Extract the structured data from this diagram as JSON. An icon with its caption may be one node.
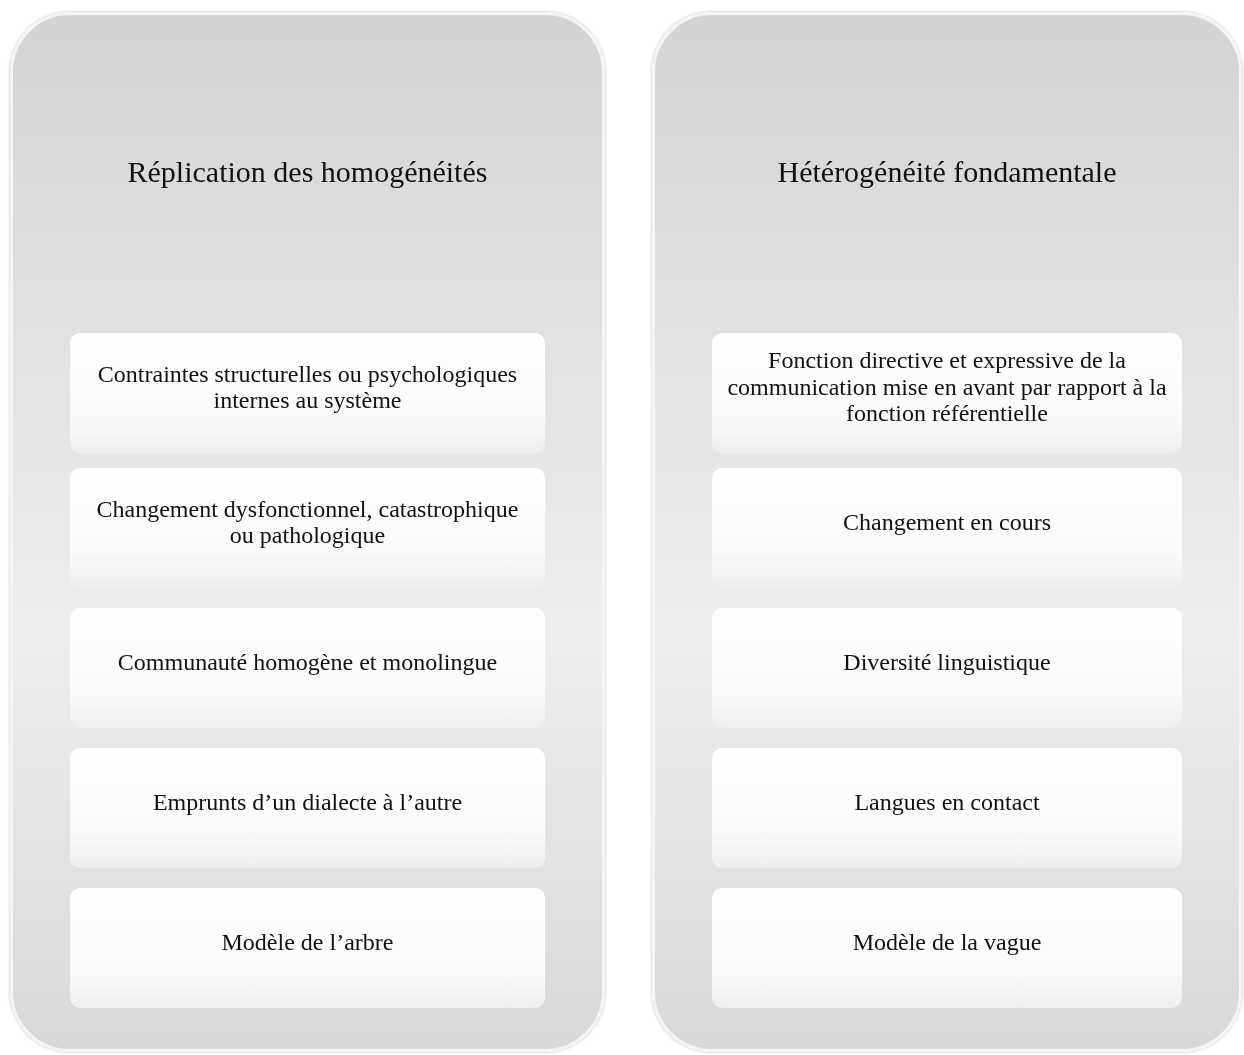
{
  "diagram": {
    "nodes": [
      {
        "text": [
          "Réplication des homogénéités"
        ]
      },
      {
        "text": [
          "Contraintes structurelles ou psychologiques internes au système"
        ],
        "in": 0
      },
      {
        "text": [
          "Changement dysfonctionnel, catastrophique ou pathologique"
        ],
        "in": 0
      },
      {
        "text": [
          "Communauté homogène et monolingue"
        ],
        "in": 0
      },
      {
        "text": [
          "Emprunts d’un dialecte à l’autre"
        ],
        "in": 0
      },
      {
        "text": [
          "Modèle de l’arbre"
        ],
        "in": 0
      },
      {
        "text": [
          "Hétérogénéité fondamentale"
        ]
      },
      {
        "text": [
          "Fonction directive et expressive de la communication mise en avant par rapport à la fonction référentielle"
        ],
        "in": 6
      },
      {
        "text": [
          "Changement en cours"
        ],
        "in": 6
      },
      {
        "text": [
          "Diversité linguistique"
        ],
        "in": 6
      },
      {
        "text": [
          "Langues en contact"
        ],
        "in": 6
      },
      {
        "text": [
          "Modèle de la vague"
        ],
        "in": 6
      }
    ]
  }
}
